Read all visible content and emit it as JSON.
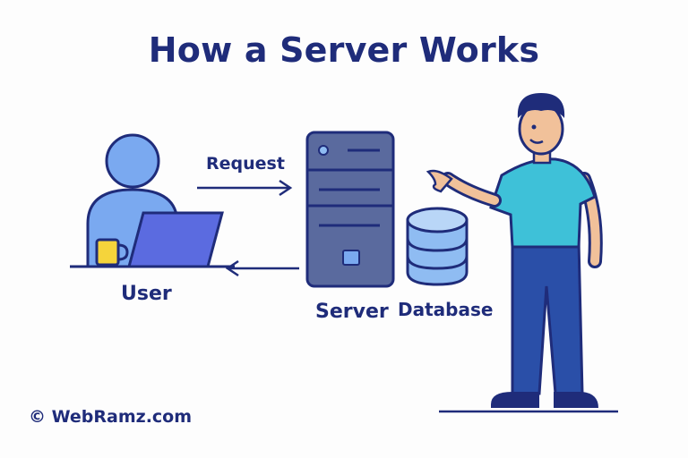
{
  "title": "How a Server Works",
  "labels": {
    "request": "Request",
    "user": "User",
    "server": "Server",
    "database": "Database"
  },
  "footer": {
    "copyright": "© WebRamz.com"
  },
  "colors": {
    "navy": "#1f2c7a",
    "user_blue": "#7aa9f0",
    "laptop": "#5b6be0",
    "server_body": "#5a6a9e",
    "database": "#8fbcf2",
    "shirt": "#3ec1d8",
    "pants": "#2a4fa8",
    "mug": "#f5d43b"
  }
}
